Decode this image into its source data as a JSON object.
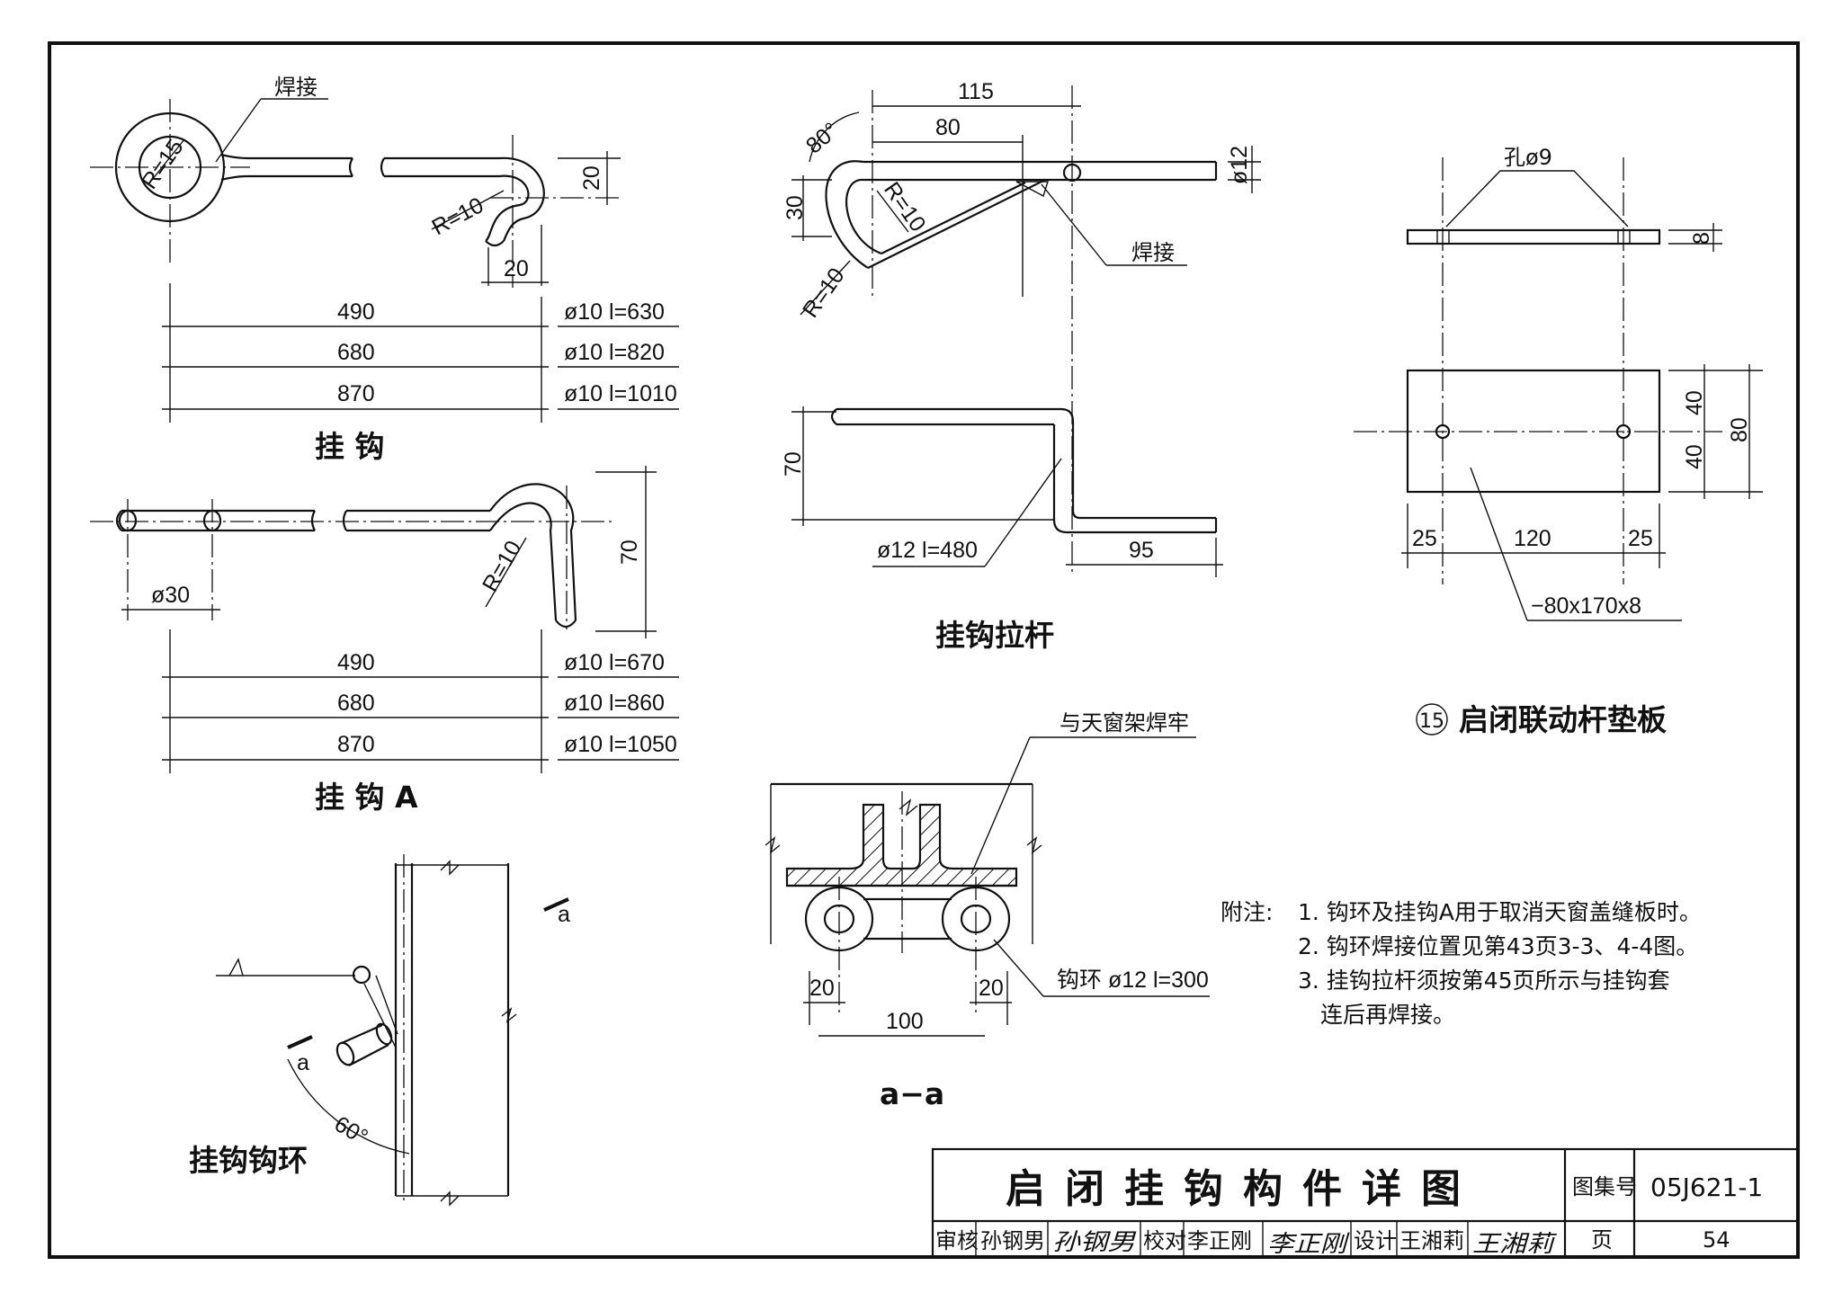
{
  "sheet": {
    "title": "启闭挂钩构件详图",
    "atlas_label": "图集号",
    "atlas_no": "05J621-1",
    "page_label": "页",
    "page_no": "54",
    "review_label": "审核",
    "reviewer": "孙钢男",
    "reviewer_sig": "孙钢男",
    "check_label": "校对",
    "checker": "李正刚",
    "checker_sig": "李正刚",
    "design_label": "设计",
    "designer": "王湘莉",
    "designer_sig": "王湘莉"
  },
  "hook": {
    "caption": "挂 钩",
    "weld": "焊接",
    "r15": "R=15",
    "r10": "R=10",
    "d20a": "20",
    "d20b": "20",
    "rows": [
      {
        "len": "490",
        "spec": "ø10  l=630"
      },
      {
        "len": "680",
        "spec": "ø10  l=820"
      },
      {
        "len": "870",
        "spec": "ø10  l=1010"
      }
    ]
  },
  "hook_a": {
    "caption": "挂 钩  A",
    "d30": "ø30",
    "r10": "R=10",
    "d70": "70",
    "rows": [
      {
        "len": "490",
        "spec": "ø10  l=670"
      },
      {
        "len": "680",
        "spec": "ø10  l=860"
      },
      {
        "len": "870",
        "spec": "ø10  l=1050"
      }
    ]
  },
  "ring": {
    "caption": "挂钩钩环",
    "sec_a1": "a",
    "sec_a2": "a",
    "angle": "60°"
  },
  "rod": {
    "caption": "挂钩拉杆",
    "d115": "115",
    "d80": "80",
    "a80": "80°",
    "d30": "30",
    "r10a": "R=10",
    "r10b": "R=10",
    "d12": "ø12",
    "weld": "焊接",
    "d70": "70",
    "d95": "95",
    "spec": "ø12  l=480"
  },
  "section": {
    "caption": "a−a",
    "weld_note": "与天窗架焊牢",
    "ring_spec": "钩环 ø12  l=300",
    "d20a": "20",
    "d20b": "20",
    "d100": "100"
  },
  "plate": {
    "caption": "启闭联动杆垫板",
    "number": "15",
    "hole": "孔ø9",
    "d8": "8",
    "d40a": "40",
    "d40b": "40",
    "d80": "80",
    "d25a": "25",
    "d120": "120",
    "d25b": "25",
    "spec": "−80x170x8"
  },
  "notes": {
    "label": "附注:",
    "items": [
      "1. 钩环及挂钩A用于取消天窗盖缝板时。",
      "2. 钩环焊接位置见第43页3-3、4-4图。",
      "3. 挂钩拉杆须按第45页所示与挂钩套",
      "连后再焊接。"
    ]
  }
}
